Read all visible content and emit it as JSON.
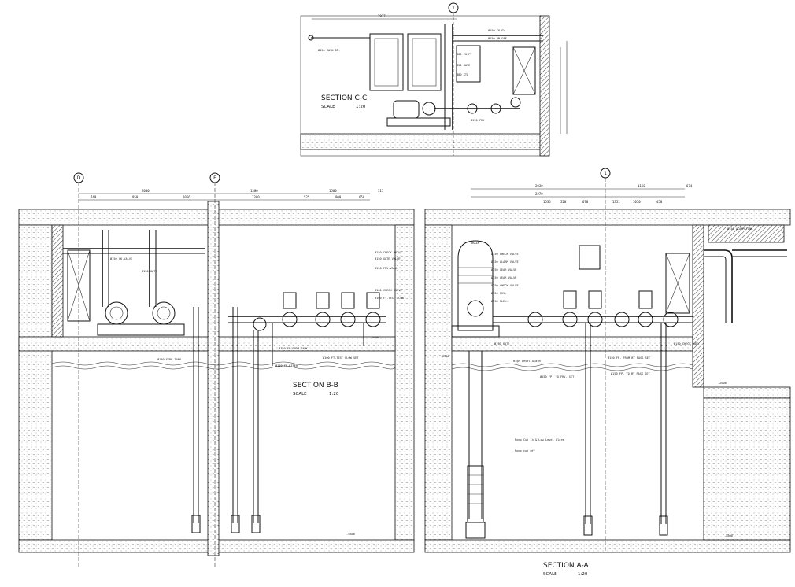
{
  "sections": [
    {
      "id": "section-c-c",
      "title": "SECTION C-C",
      "scale_label": "SCALE",
      "scale_value": "1:20"
    },
    {
      "id": "section-b-b",
      "title": "SECTION B-B",
      "scale_label": "SCALE",
      "scale_value": "1:20"
    },
    {
      "id": "section-a-a",
      "title": "SECTION A-A",
      "scale_label": "SCALE",
      "scale_value": "1:20"
    }
  ],
  "grid_markers": {
    "one": "1",
    "d": "D",
    "e": "E"
  },
  "dimensions": {
    "cc_top": "2977",
    "bb_top": [
      "2000",
      "1300",
      "1500",
      "317"
    ],
    "bb_sub": [
      "749",
      "850",
      "1056",
      "1300",
      "525",
      "900",
      "650"
    ],
    "aa_top": [
      "2030",
      "1150",
      "674"
    ],
    "aa_sub": [
      "2270",
      "1535",
      "520",
      "670",
      "1351",
      "1070",
      "450"
    ]
  },
  "levels": {
    "bb_level_1": "-2000",
    "bb_level_2": "-5800",
    "aa_level_1": "-2000",
    "aa_level_2": "-5800",
    "aa_high": "High Level Alarm",
    "aa_low": "Pump Cut In & Low Level Alarm",
    "aa_pump_cut": "Pump cut Off"
  },
  "annotations_cc": [
    "Ø150 MAIN DR.",
    "Ø80 CK.FV",
    "Ø50 GATE",
    "Ø80 STL",
    "Ø150 FRV",
    "Ø150 CK.FV",
    "Ø150 ON-OFF"
  ],
  "annotations_bb": [
    "Ø150 CHECK VALVE",
    "Ø150 GATE VALVE",
    "Ø150 FRV.VALV.",
    "Ø100 CHECK VALVE",
    "Ø100 FT.TEST FLOW",
    "Ø150 FP.FROM TANK",
    "Ø100 FT.TEST FLOW SET",
    "Ø150 FP.RISER",
    "Ø150 CK.VALVE",
    "Ø150 GATE",
    "Ø150 FIRE TANK"
  ],
  "annotations_aa": [
    "Ø150 CHECK VALVE",
    "Ø150 ALARM VALVE",
    "Ø150 GEAR VALVE",
    "Ø150 GEAR VALVE",
    "Ø150 CHECK VALVE",
    "Ø150 FRV.",
    "Ø150 FLEX.",
    "Ø150 FP. FROM BY PASS SET",
    "Ø150 FP. TO FRV. SET",
    "Ø150 FP. TO BY PASS SET",
    "Ø150 GATE",
    "DRAIN",
    "Ø150 CHECK BODY",
    "Ø150 ALARM TANK"
  ]
}
